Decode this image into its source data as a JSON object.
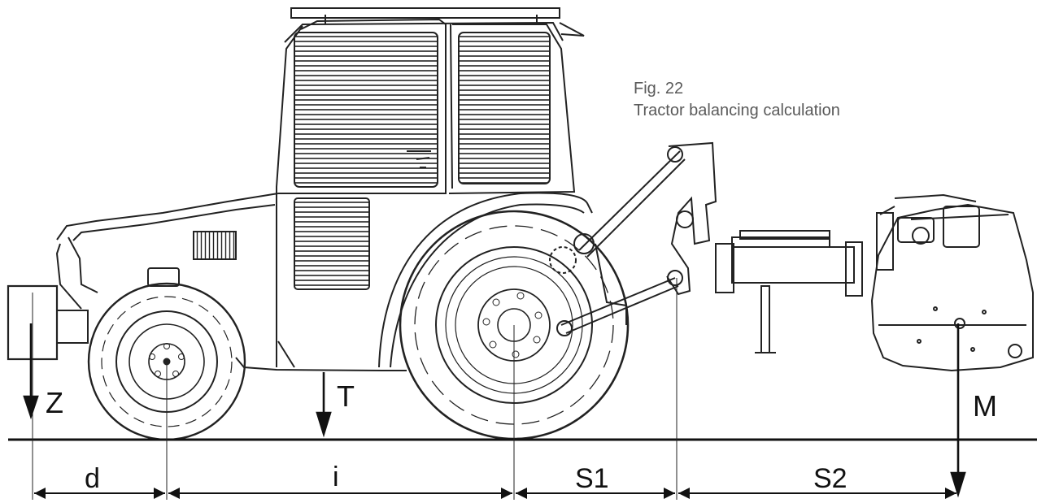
{
  "caption": {
    "figure_number": "Fig. 22",
    "title": "Tractor balancing calculation"
  },
  "forces": {
    "z": "Z",
    "t": "T",
    "m": "M"
  },
  "dimensions": {
    "d": "d",
    "i": "i",
    "s1": "S1",
    "s2": "S2"
  }
}
